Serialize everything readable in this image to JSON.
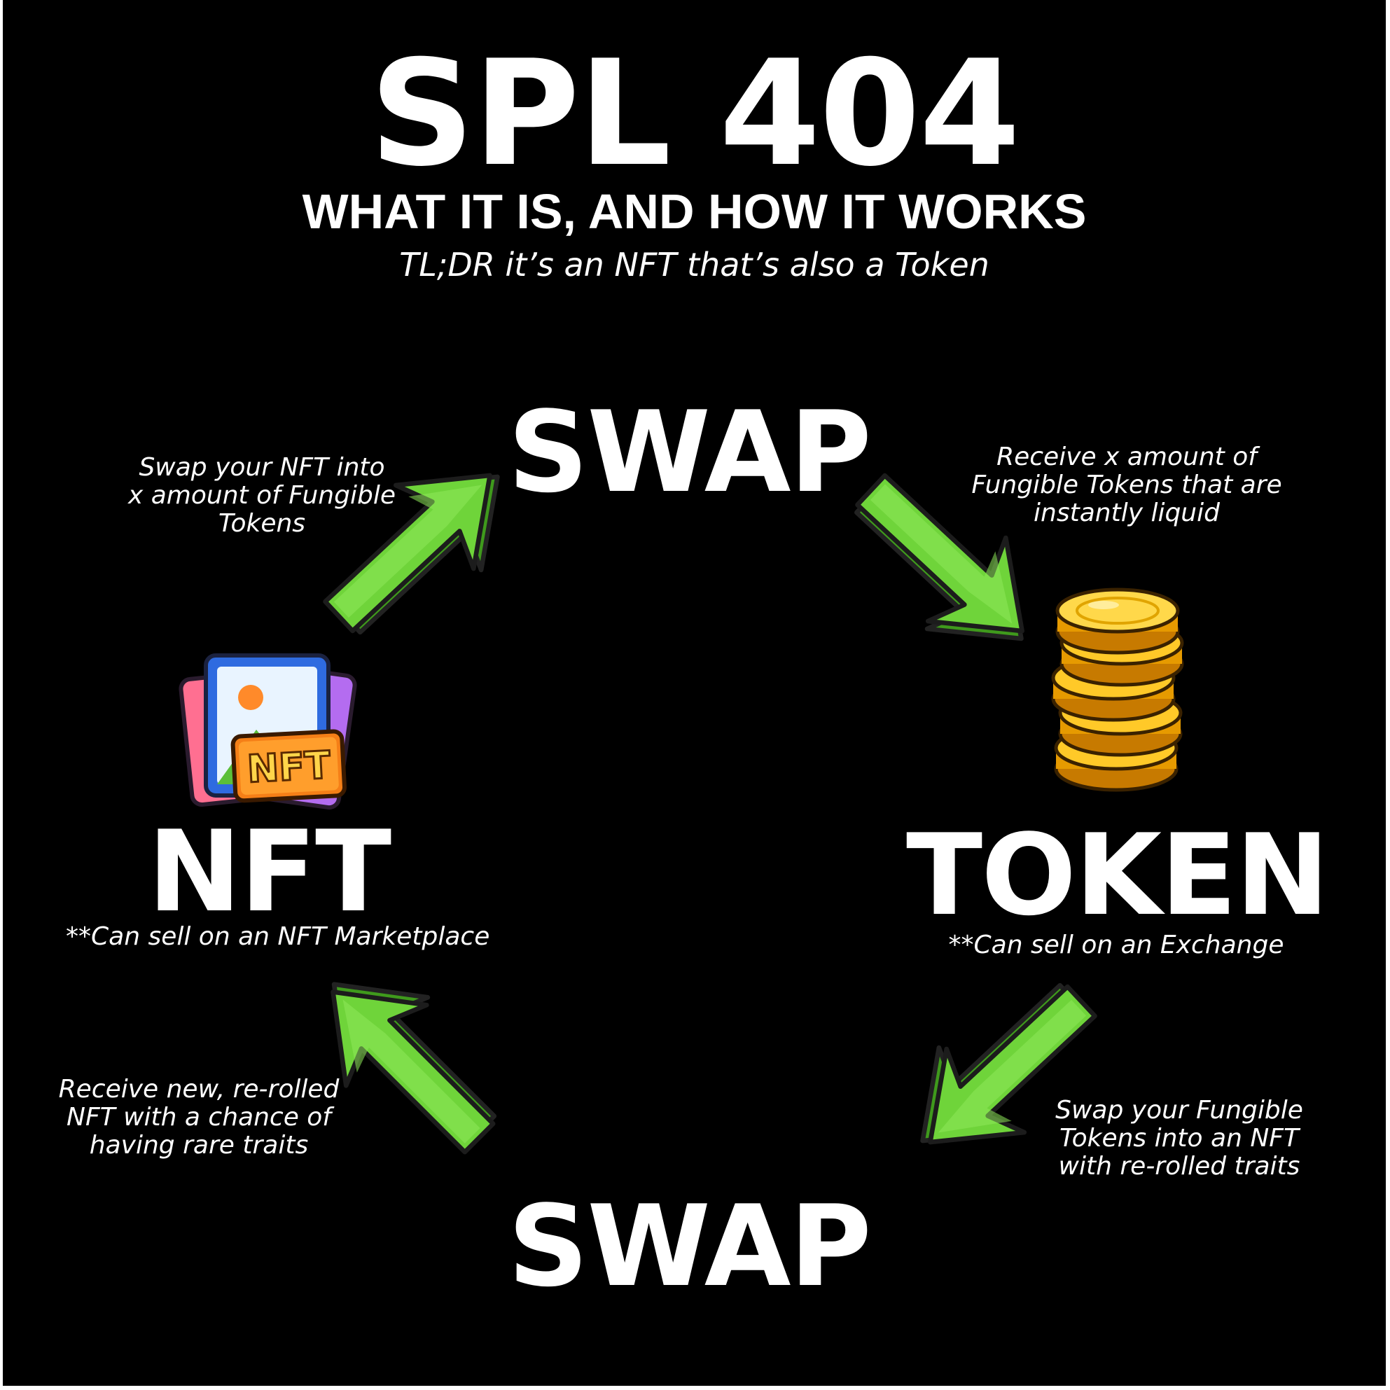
{
  "header": {
    "title": "SPL 404",
    "subtitle": "WHAT IT IS, AND HOW IT WORKS",
    "tldr": "TL;DR it’s an NFT that’s also a Token"
  },
  "nodes": {
    "swap_top": "SWAP",
    "swap_bottom": "SWAP",
    "nft": "NFT",
    "token": "TOKEN"
  },
  "notes": {
    "nft": "**Can sell on an NFT Marketplace",
    "token": "**Can sell on an Exchange"
  },
  "descriptions": {
    "top_left": [
      "Swap your NFT into",
      "x amount of Fungible",
      "Tokens"
    ],
    "top_right": [
      "Receive x amount of",
      "Fungible Tokens that are",
      "instantly liquid"
    ],
    "bottom_right": [
      "Swap your Fungible",
      "Tokens into an NFT",
      "with re-rolled traits"
    ],
    "bottom_left": [
      "Receive new, re-rolled",
      "NFT with a chance of",
      "having rare traits"
    ]
  },
  "icons": {
    "nft": "nft-picture-cards-icon",
    "token": "gold-coin-stack-icon",
    "arrows": "green-arrow-icon",
    "nft_badge_text": "NFT"
  },
  "colors": {
    "background": "#000000",
    "text": "#ffffff",
    "arrow_fill": "#6fd43a",
    "arrow_shade": "#3f9a1c",
    "coin_gold": "#f5b800"
  }
}
